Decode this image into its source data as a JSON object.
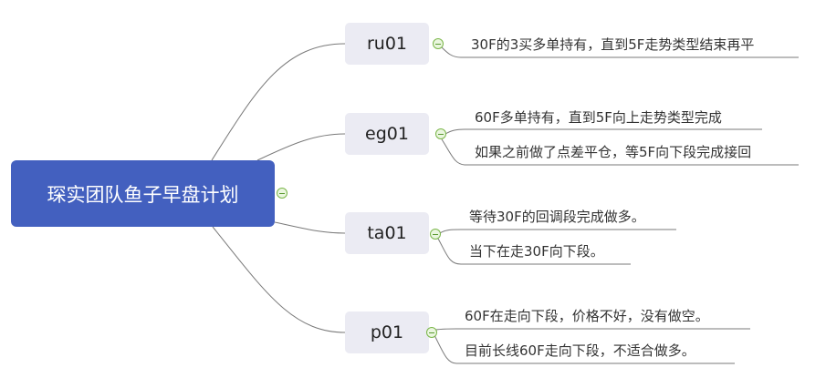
{
  "colors": {
    "root_fill": "#4360bf",
    "branch_fill": "#ebebf3",
    "connector": "#7a7a7a",
    "toggle_border": "#7ab648"
  },
  "root": {
    "label": "琛实团队鱼子早盘计划",
    "toggle_icon": "collapse-minus-icon"
  },
  "branches": [
    {
      "label": "ru01",
      "toggle_icon": "collapse-minus-icon",
      "leaves": [
        "30F的3买多单持有，直到5F走势类型结束再平"
      ]
    },
    {
      "label": "eg01",
      "toggle_icon": "collapse-minus-icon",
      "leaves": [
        "60F多单持有，直到5F向上走势类型完成",
        "如果之前做了点差平仓，等5F向下段完成接回"
      ]
    },
    {
      "label": "ta01",
      "toggle_icon": "collapse-minus-icon",
      "leaves": [
        "等待30F的回调段完成做多。",
        "当下在走30F向下段。"
      ]
    },
    {
      "label": "p01",
      "toggle_icon": "collapse-minus-icon",
      "leaves": [
        "60F在走向下段，价格不好，没有做空。",
        "目前长线60F走向下段，不适合做多。"
      ]
    }
  ]
}
